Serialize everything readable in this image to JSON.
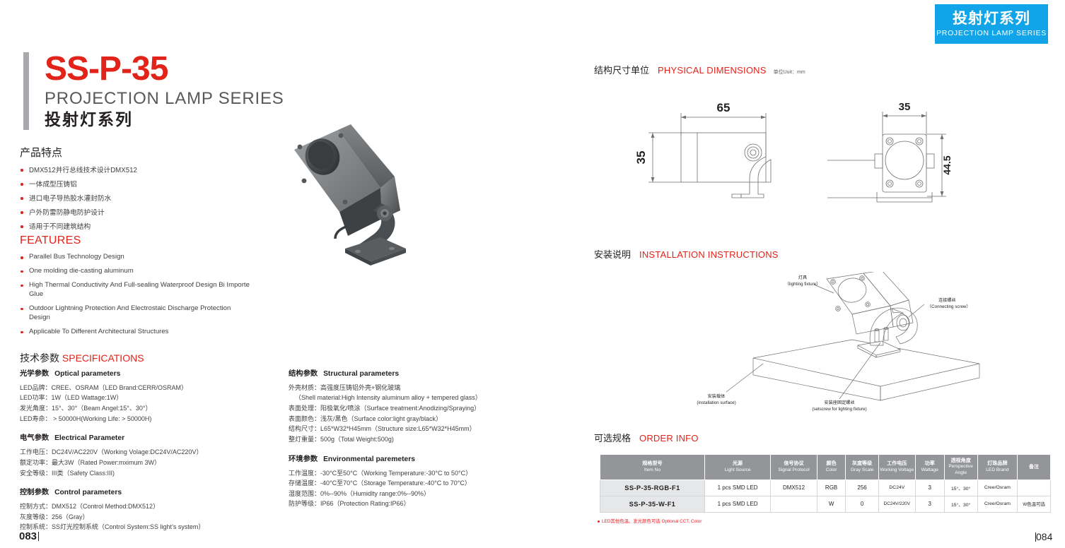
{
  "badge": {
    "cn": "投射灯系列",
    "en": "PROJECTION LAMP SERIES",
    "color": "#12a4e8"
  },
  "title": {
    "model": "SS-P-35",
    "series_en": "PROJECTION LAMP SERIES",
    "series_cn": "投射灯系列",
    "accent": "#e2231a"
  },
  "features_cn": {
    "heading": "产品特点",
    "items": [
      "DMX512并行总线技术设计DMX512",
      "一体成型压铸铝",
      "进口电子导热胶水灌封防水",
      "户外防雷防静电防护设计",
      "适用于不同建筑结构"
    ]
  },
  "features_en": {
    "heading": "FEATURES",
    "items": [
      "Parallel Bus Technology Design",
      "One molding die-casting aluminum",
      "High Thermal Conductivity And Full-sealing Waterproof Design Bi Importe Glue",
      "Outdoor Lightning Protection And Electrostaic Discharge Protection Design",
      "Applicable To Different Architectural Structures"
    ]
  },
  "specs": {
    "heading_cn": "技术参数",
    "heading_en": "SPECIFICATIONS",
    "groups_left": [
      {
        "title_cn": "光学参数",
        "title_en": "Optical parameters",
        "lines": [
          "LED品牌：CREE、OSRAM（LED Brand:CERR/OSRAM）",
          "LED功率：1W（LED Wattage:1W）",
          "发光角度：15°、30°（Beam Angel:15°、30°）",
          "LED寿命： > 50000H(Working Life: > 50000H)"
        ]
      },
      {
        "title_cn": "电气参数",
        "title_en": "Electrical Parameter",
        "lines": [
          "工作电压：DC24V/AC220V（Working Volage:DC24V/AC220V）",
          "额定功率：最大3W（Rated Power:mximum 3W）",
          "安全等级：III类（Safety Class:III)"
        ]
      },
      {
        "title_cn": "控制参数",
        "title_en": "Control parameters",
        "lines": [
          "控制方式：DMX512（Control Method:DMX512）",
          "灰度等级：256（Gray）",
          "控制系统：SS灯光控制系统（Control System:SS light’s system）"
        ]
      }
    ],
    "groups_mid": [
      {
        "title_cn": "结构参数",
        "title_en": "Structural parameters",
        "lines": [
          "外壳材质：高强度压铸铝外壳+钢化玻璃",
          "（Shell material:High Intensity aluminum alloy + tempered glass）",
          "表面处理：阳极氧化/喷涂（Surface treatment:Anodizing/Spraying）",
          "表面颜色：浅灰/黑色（Surface color:light gray/black）",
          "结构尺寸：L65*W32*H45mm（Structure size:L65*W32*H45mm）",
          "整灯重量：500g（Total Weight:500g)"
        ]
      },
      {
        "title_cn": "环境参数",
        "title_en": "Environmental paremeters",
        "lines": [
          "工作温度：-30°C至50°C（Working Temperature:-30°C to 50°C）",
          "存储温度：-40°C至70°C（Storage Temperature:-40°C to 70°C）",
          "湿度范围：0%--90%（Humidlty range:0%--90%）",
          "防护等级：IP66（Protection Rating:IP66）"
        ]
      }
    ]
  },
  "dimensions": {
    "heading_cn": "结构尺寸单位",
    "heading_en": "PHYSICAL DIMENSIONS",
    "unit": "单位Uuit：mm",
    "side_length": "65",
    "side_height": "35",
    "front_width": "35",
    "front_height": "44.5"
  },
  "installation": {
    "heading_cn": "安装说明",
    "heading_en": "INSTALLATION INSTRUCTIONS",
    "labels": {
      "fixture_cn": "灯具",
      "fixture_en": "（lighting fixture）",
      "screw_cn": "连接螺丝",
      "screw_en": "（Connecting screw）",
      "surface_cn": "安装载体",
      "surface_en": "(installation surface)",
      "setscrew_cn": "安装座固定螺丝",
      "setscrew_en": "(setscrew for lighting fixture)"
    }
  },
  "order": {
    "heading_cn": "可选规格",
    "heading_en": "ORDER INFO",
    "columns": [
      {
        "cn": "规格型号",
        "en": "Item No"
      },
      {
        "cn": "光源",
        "en": "Light Source"
      },
      {
        "cn": "信号协议",
        "en": "Signal Protocol"
      },
      {
        "cn": "颜色",
        "en": "Color"
      },
      {
        "cn": "灰度等级",
        "en": "Gray Scale"
      },
      {
        "cn": "工作电压",
        "en": "Working Voltage"
      },
      {
        "cn": "功率",
        "en": "Wattage"
      },
      {
        "cn": "透视角度",
        "en": "Perspective Angle"
      },
      {
        "cn": "灯珠品牌",
        "en": "LED Brand"
      },
      {
        "cn": "备注",
        "en": ""
      }
    ],
    "rows": [
      {
        "item_no": "SS-P-35-RGB-F1",
        "light_source": "1 pcs SMD LED",
        "signal_protocol": "DMX512",
        "color": "RGB",
        "gray_scale": "256",
        "voltage": "DC24V",
        "wattage": "3",
        "angle": "15°、30°",
        "brand": "Cree/Osram",
        "remark": ""
      },
      {
        "item_no": "SS-P-35-W-F1",
        "light_source": "1 pcs SMD LED",
        "signal_protocol": "",
        "color": "W",
        "gray_scale": "0",
        "voltage": "DC24V/220V",
        "wattage": "3",
        "angle": "15°、30°",
        "brand": "Cree/Osram",
        "remark": "W色温可选"
      }
    ],
    "note": "LED其他色温、发光颜色可选 Optional CCT, Color"
  },
  "footer": {
    "page_left": "083",
    "page_right": "084"
  }
}
